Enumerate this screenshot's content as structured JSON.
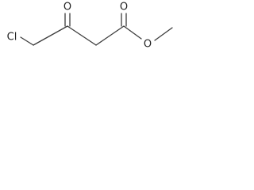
{
  "molecule": {
    "atoms": {
      "chlorine": "Cl",
      "ketone_oxygen": "O",
      "ester_carbonyl_oxygen": "O",
      "ester_ether_oxygen": "O"
    },
    "colors": {
      "bond": "#3c3c3c",
      "label": "#222222",
      "background": "#ffffff"
    }
  }
}
